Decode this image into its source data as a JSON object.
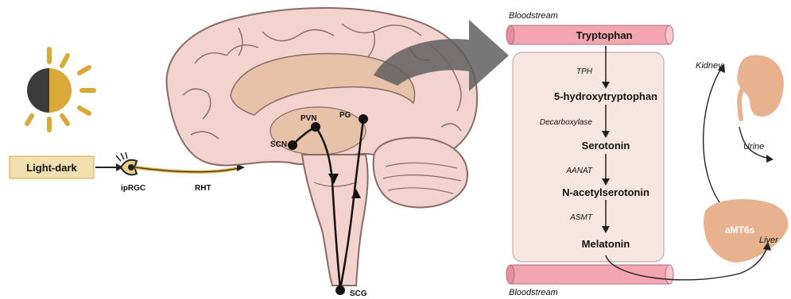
{
  "left": {
    "light_dark_label": "Light-dark",
    "iprgc_label": "ipRGC",
    "rht_label": "RHT"
  },
  "brain": {
    "scn_label": "SCN",
    "pvn_label": "PVN",
    "pg_label": "PG",
    "scg_label": "SCG"
  },
  "pathway": {
    "bloodstream_top": "Bloodstream",
    "bloodstream_bottom": "Bloodstream",
    "tryptophan": "Tryptophan",
    "tph": "TPH",
    "hydroxy": "5-hydroxytryptophan",
    "decarboxylase": "Decarboxylase",
    "serotonin": "Serotonin",
    "aanat": "AANAT",
    "nacetyl": "N-acetylserotonin",
    "asmt": "ASMT",
    "melatonin": "Melatonin"
  },
  "organs": {
    "kidney": "Kidney",
    "urine": "Urine",
    "amt6s": "aMT6s",
    "liver": "Liver"
  },
  "colors": {
    "brain_fill": "#f3d3ce",
    "brain_stroke": "#8a6a66",
    "inner_fill": "#e7c2a8",
    "gold": "#d9a93a",
    "panel_fill": "#f8e6e3",
    "tube_fill": "#f3a6b0",
    "organ_fill": "#e8b28f",
    "arrow_gray": "#5f5f5f"
  }
}
